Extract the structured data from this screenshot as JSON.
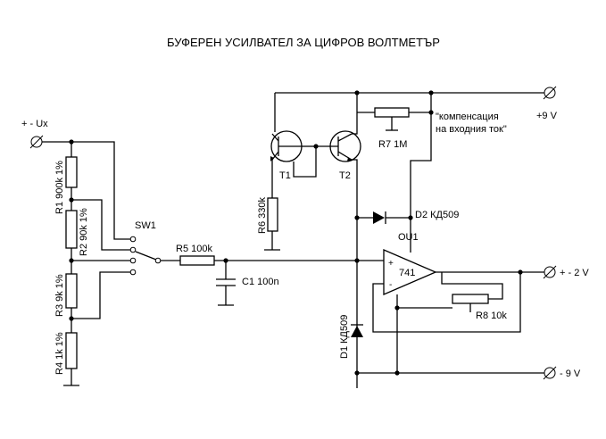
{
  "title": "БУФЕРЕН  УСИЛВАТЕЛ  ЗА  ЦИФРОВ  ВОЛТМЕТЪР",
  "labels": {
    "input_terminal": "+ - Ux",
    "r1": "R1 900k 1%",
    "r2": "R2 90k 1%",
    "r3": "R3 9k 1%",
    "r4": "R4 1k 1%",
    "sw1": "SW1",
    "r5": "R5 100k",
    "c1": "C1 100n",
    "r6": "R6 330k",
    "t1": "T1",
    "t2": "T2",
    "r7": "R7 1M",
    "compensation_line1": "\"компенсация",
    "compensation_line2": "на входния ток\"",
    "d2": "D2 КД509",
    "ou1": "OU1",
    "opamp_model": "741",
    "plus_sign": "+",
    "minus_sign": "-",
    "r8": "R8 10k",
    "d1": "D1 КД509",
    "pos_supply": "+9 V",
    "output": "+ - 2 V",
    "neg_supply": "- 9 V"
  }
}
